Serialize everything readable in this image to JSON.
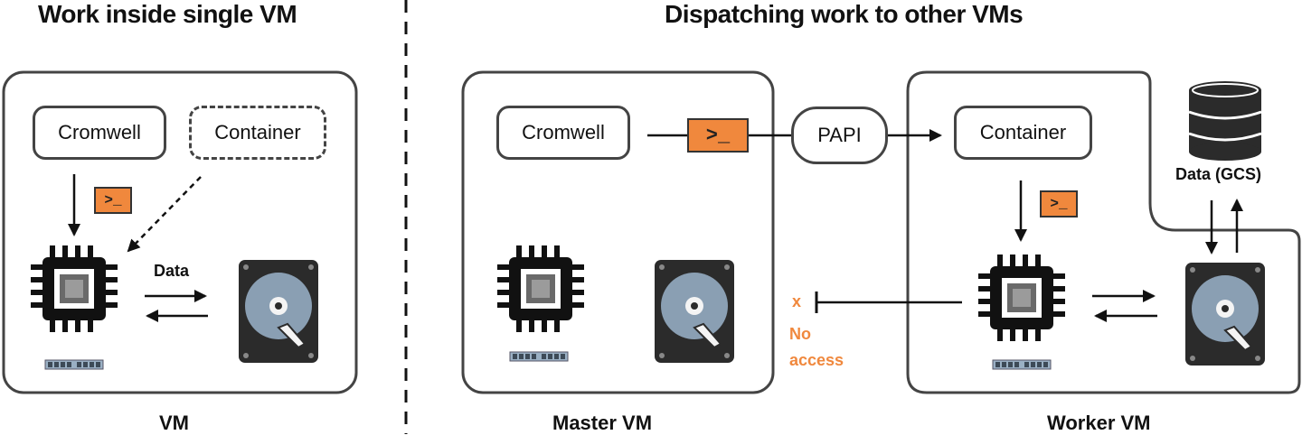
{
  "left_panel": {
    "title": "Work inside single VM",
    "caption": "VM",
    "cromwell_label": "Cromwell",
    "container_label": "Container",
    "data_label": "Data",
    "terminal_glyph": ">_"
  },
  "right_panel": {
    "title": "Dispatching work to other VMs",
    "master_caption": "Master VM",
    "worker_caption": "Worker VM",
    "cromwell_label": "Cromwell",
    "papi_label": "PAPI",
    "container_label": "Container",
    "storage_label": "Data (GCS)",
    "blocked_mark": "x",
    "no_access_line1": "No",
    "no_access_line2": "access",
    "terminal_glyph": ">_"
  },
  "colors": {
    "accent": "#f0883d",
    "stroke": "#444444",
    "disk": "#8a9fb3",
    "chip": "#111111"
  }
}
